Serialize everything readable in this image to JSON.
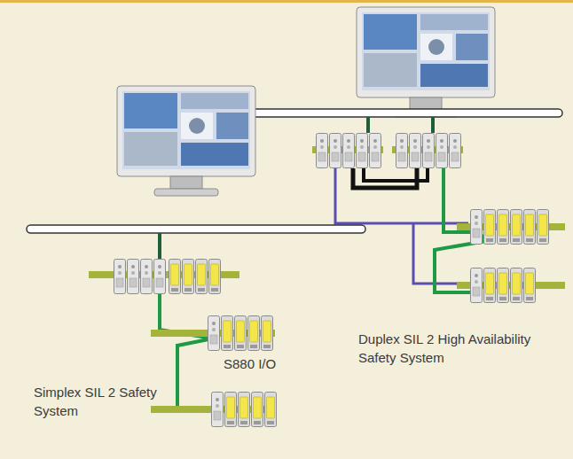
{
  "diagram": {
    "labels": [
      "S880 I/O",
      "Simplex SIL 2 Safety System",
      "Duplex SIL 2 High Availability Safety System"
    ]
  }
}
